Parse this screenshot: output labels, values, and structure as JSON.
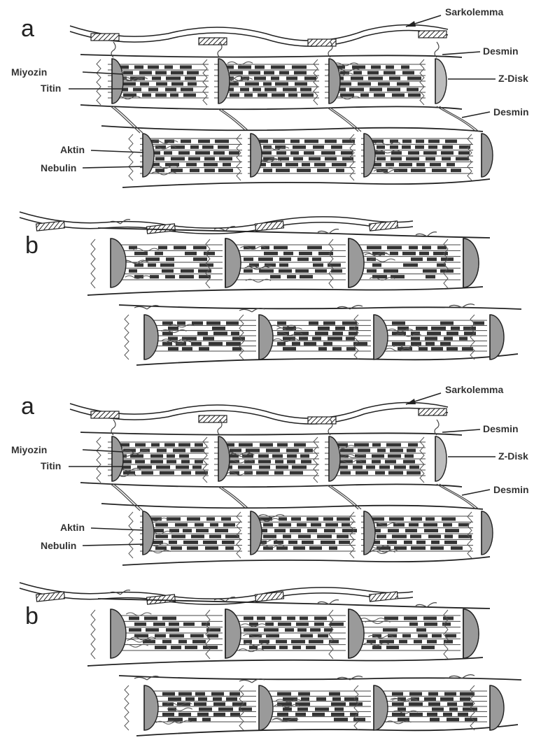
{
  "figure": {
    "panels": [
      {
        "letter": "a",
        "variant": "intact"
      },
      {
        "letter": "b",
        "variant": "degraded"
      },
      {
        "letter": "a",
        "variant": "intact"
      },
      {
        "letter": "b",
        "variant": "degraded"
      }
    ],
    "labels": {
      "sarkolemma": "Sarkolemma",
      "desmin": "Desmin",
      "miyozin": "Miyozin",
      "titin": "Titin",
      "z_disk": "Z-Disk",
      "aktin": "Aktin",
      "nebulin": "Nebulin"
    },
    "colors": {
      "ink": "#222222",
      "z_disk_fill": "#9a9a9a",
      "z_disk_light": "#bdbdbd",
      "background": "#ffffff"
    }
  }
}
